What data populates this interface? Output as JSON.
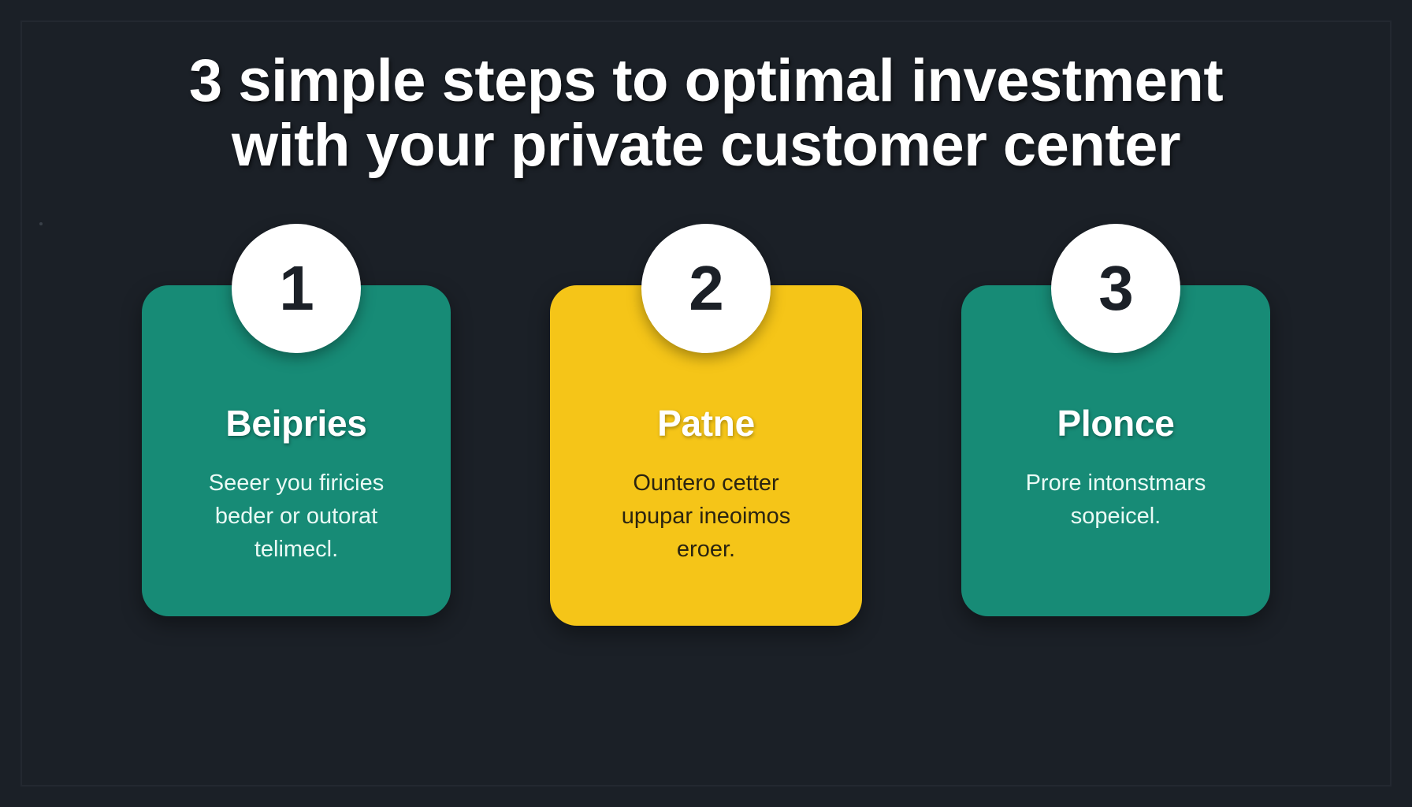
{
  "theme": {
    "background_color": "#1b2027",
    "teal": "#178b76",
    "yellow": "#f5c518",
    "badge_background": "#ffffff",
    "badge_number_color": "#1b2027",
    "title_color": "#ffffff"
  },
  "title": {
    "line1": "3 simple steps to optimal investment",
    "line2": "with your private customer center"
  },
  "cards": [
    {
      "number": "1",
      "heading": "Beipries",
      "accent": "#178b76",
      "body_lines": [
        "Seeer you firicies",
        "beder or outorat",
        "telimecl."
      ]
    },
    {
      "number": "2",
      "heading": "Patne",
      "accent": "#f5c518",
      "body_lines": [
        "Ountero cetter",
        "upupar ineoimos",
        "eroer."
      ]
    },
    {
      "number": "3",
      "heading": "Plonce",
      "accent": "#178b76",
      "body_lines": [
        "Prore intonstmars",
        "sopeicel."
      ]
    }
  ]
}
